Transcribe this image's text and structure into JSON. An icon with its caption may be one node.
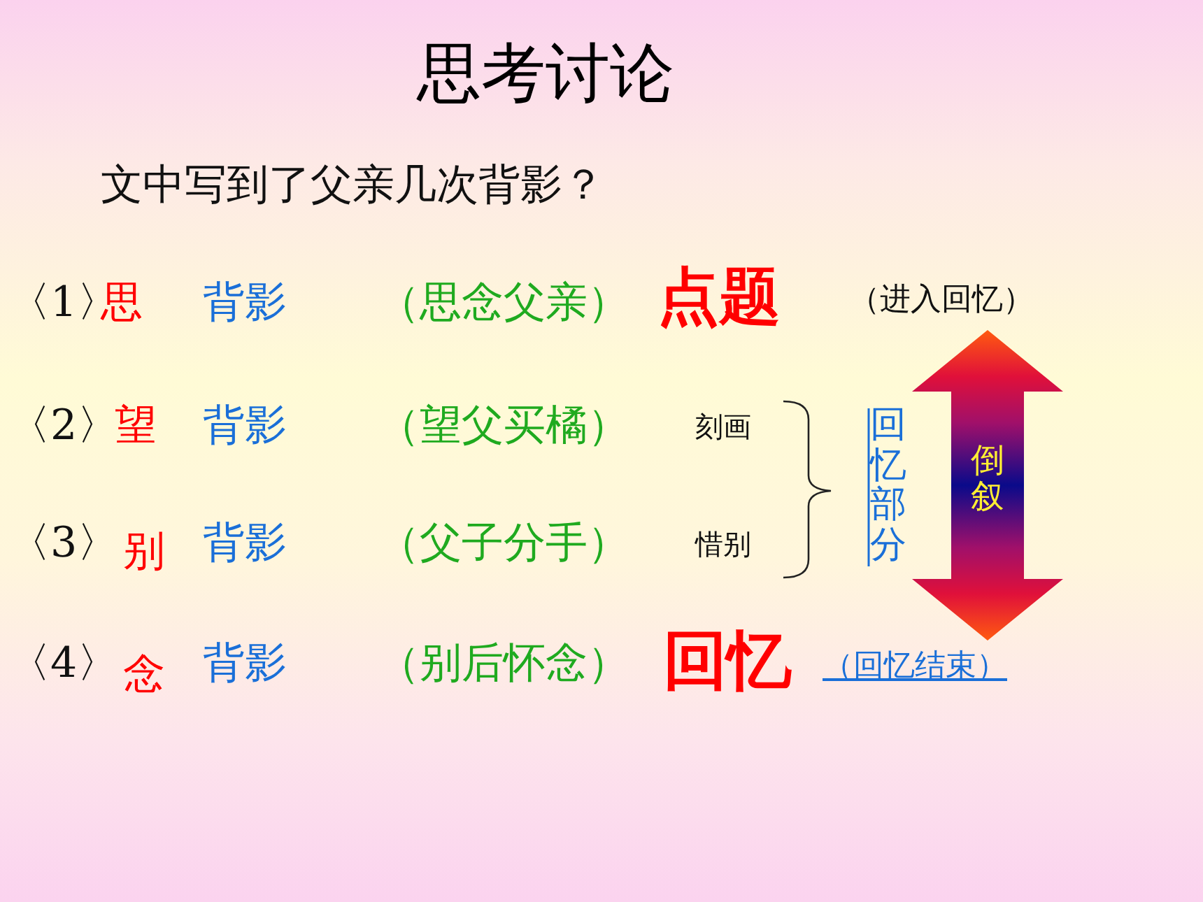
{
  "diagram": {
    "title": "思考讨论",
    "nodes": [
      {
        "text": [
          "倒叙"
        ]
      }
    ],
    "labels": [
      "文中写到了父亲几次背影？",
      "〈1〉",
      "思",
      "背影",
      "（思念父亲）",
      "点题",
      "（进入回忆）",
      "〈2〉",
      "望",
      "背影",
      "（望父买橘）",
      "刻画",
      "回忆部分",
      "〈3〉",
      "别",
      "背影",
      "（父子分手）",
      "惜别",
      "〈4〉",
      "念",
      "背影",
      "（别后怀念）",
      "回忆",
      "（回忆结束）"
    ]
  }
}
